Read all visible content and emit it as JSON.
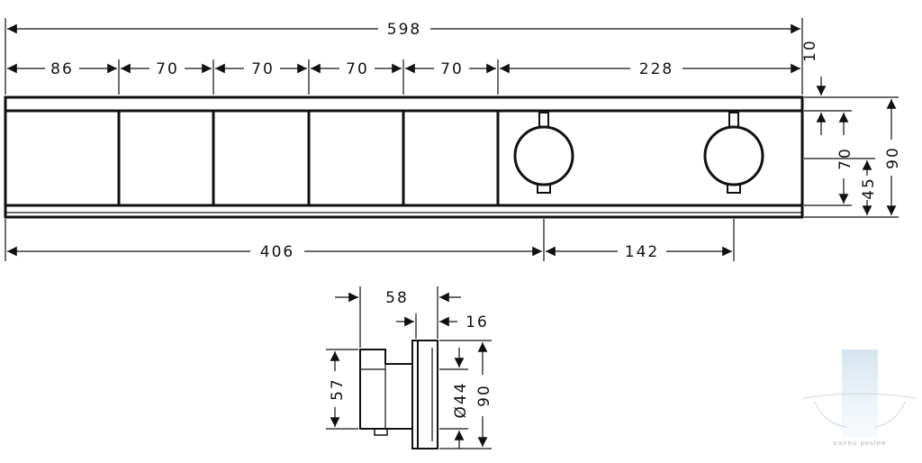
{
  "diagram": {
    "front_view": {
      "overall_width": "598",
      "segments": [
        "86",
        "70",
        "70",
        "70",
        "70",
        "228"
      ],
      "top_offset": "10",
      "height_total": "90",
      "height_inner": "70",
      "height_axis": "45",
      "knob_offset_left": "406",
      "knob_spacing": "142"
    },
    "side_view": {
      "depth": "58",
      "front_thickness": "16",
      "body_height": "57",
      "knob_diameter": "Ø44",
      "plate_height": "90"
    }
  },
  "watermark": {
    "text": "vannu poslee"
  },
  "colors": {
    "line": "#111111",
    "background": "#ffffff",
    "watermark": "#b8cde0"
  }
}
